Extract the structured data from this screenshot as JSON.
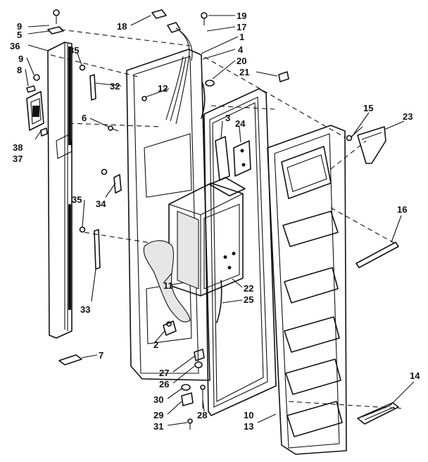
{
  "callouts": [
    {
      "id": "c9a",
      "text": "9"
    },
    {
      "id": "c5",
      "text": "5"
    },
    {
      "id": "c36",
      "text": "36"
    },
    {
      "id": "c9b",
      "text": "9"
    },
    {
      "id": "c8",
      "text": "8"
    },
    {
      "id": "c35a",
      "text": "35"
    },
    {
      "id": "c32",
      "text": "32"
    },
    {
      "id": "c38",
      "text": "38"
    },
    {
      "id": "c37",
      "text": "37"
    },
    {
      "id": "c6",
      "text": "6"
    },
    {
      "id": "c35b",
      "text": "35"
    },
    {
      "id": "c34",
      "text": "34"
    },
    {
      "id": "c33",
      "text": "33"
    },
    {
      "id": "c7",
      "text": "7"
    },
    {
      "id": "c18",
      "text": "18"
    },
    {
      "id": "c19",
      "text": "19"
    },
    {
      "id": "c17",
      "text": "17"
    },
    {
      "id": "c1",
      "text": "1"
    },
    {
      "id": "c4",
      "text": "4"
    },
    {
      "id": "c20",
      "text": "20"
    },
    {
      "id": "c21",
      "text": "21"
    },
    {
      "id": "c12",
      "text": "12"
    },
    {
      "id": "c3",
      "text": "3"
    },
    {
      "id": "c24",
      "text": "24"
    },
    {
      "id": "c11",
      "text": "11"
    },
    {
      "id": "c22",
      "text": "22"
    },
    {
      "id": "c25",
      "text": "25"
    },
    {
      "id": "c2",
      "text": "2"
    },
    {
      "id": "c27",
      "text": "27"
    },
    {
      "id": "c26",
      "text": "26"
    },
    {
      "id": "c30",
      "text": "30"
    },
    {
      "id": "c29",
      "text": "29"
    },
    {
      "id": "c31",
      "text": "31"
    },
    {
      "id": "c28",
      "text": "28"
    },
    {
      "id": "c10",
      "text": "10"
    },
    {
      "id": "c13",
      "text": "13"
    },
    {
      "id": "c15",
      "text": "15"
    },
    {
      "id": "c23",
      "text": "23"
    },
    {
      "id": "c16",
      "text": "16"
    },
    {
      "id": "c14",
      "text": "14"
    }
  ]
}
